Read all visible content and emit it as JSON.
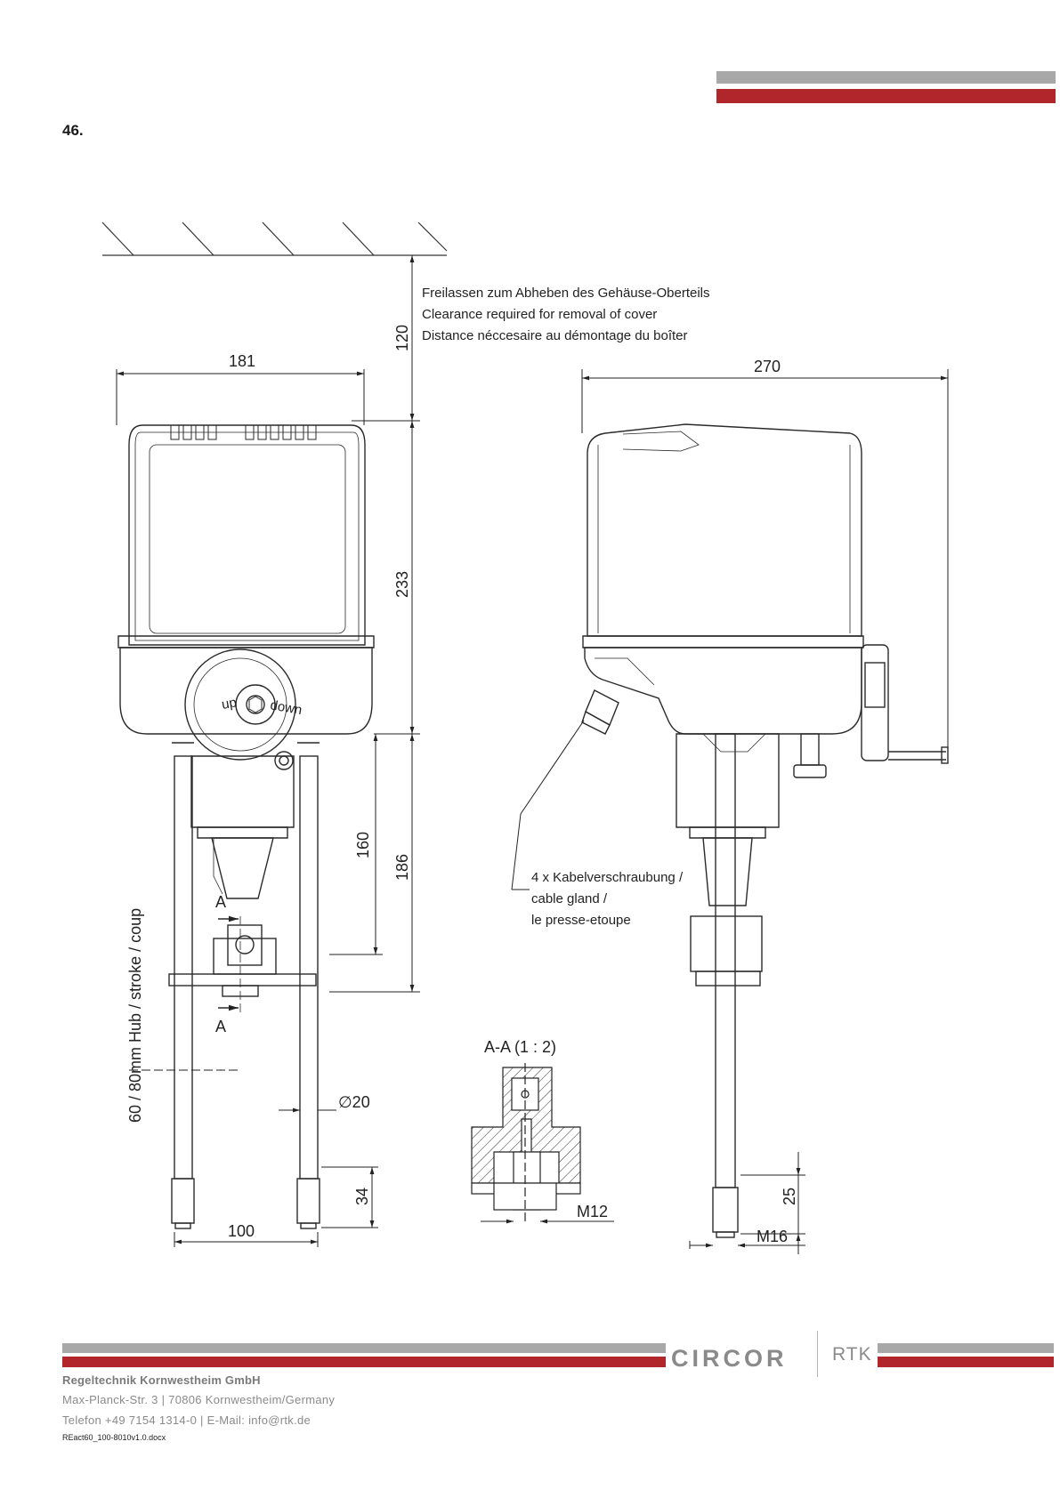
{
  "header": {
    "section_number": "46."
  },
  "drawing": {
    "dim_top": "120",
    "dim_width_front": "181",
    "dim_width_side": "270",
    "dim_body_height": "233",
    "dim_160": "160",
    "dim_186": "186",
    "dim_diameter": "∅20",
    "dim_34": "34",
    "dim_100": "100",
    "dim_25": "25",
    "dim_m12": "M12",
    "dim_m16": "M16",
    "section_mark": "A",
    "section_title": "A-A (1 : 2)",
    "stroke_label": "60 / 80mm Hub / stroke / coup",
    "knob_up": "up",
    "knob_down": "down",
    "clearance_note": [
      "Freilassen zum Abheben des Gehäuse-Oberteils",
      "Clearance required for removal of cover",
      "Distance néccesaire au démontage du boîter"
    ],
    "gland_note": [
      "4 x Kabelverschraubung /",
      "cable gland /",
      "le presse-etoupe"
    ]
  },
  "footer": {
    "company": "Regeltechnik Kornwestheim GmbH",
    "address": "Max-Planck-Str. 3 | 70806 Kornwestheim/Germany",
    "contact": "Telefon +49 7154 1314-0 | E-Mail: info@rtk.de",
    "file": "REact60_100-8010v1.0.docx",
    "logo_circor": "CIRCOR",
    "logo_rtk": "RTK"
  },
  "colors": {
    "accent_red": "#b0262b",
    "bar_gray": "#a8a8a8"
  }
}
